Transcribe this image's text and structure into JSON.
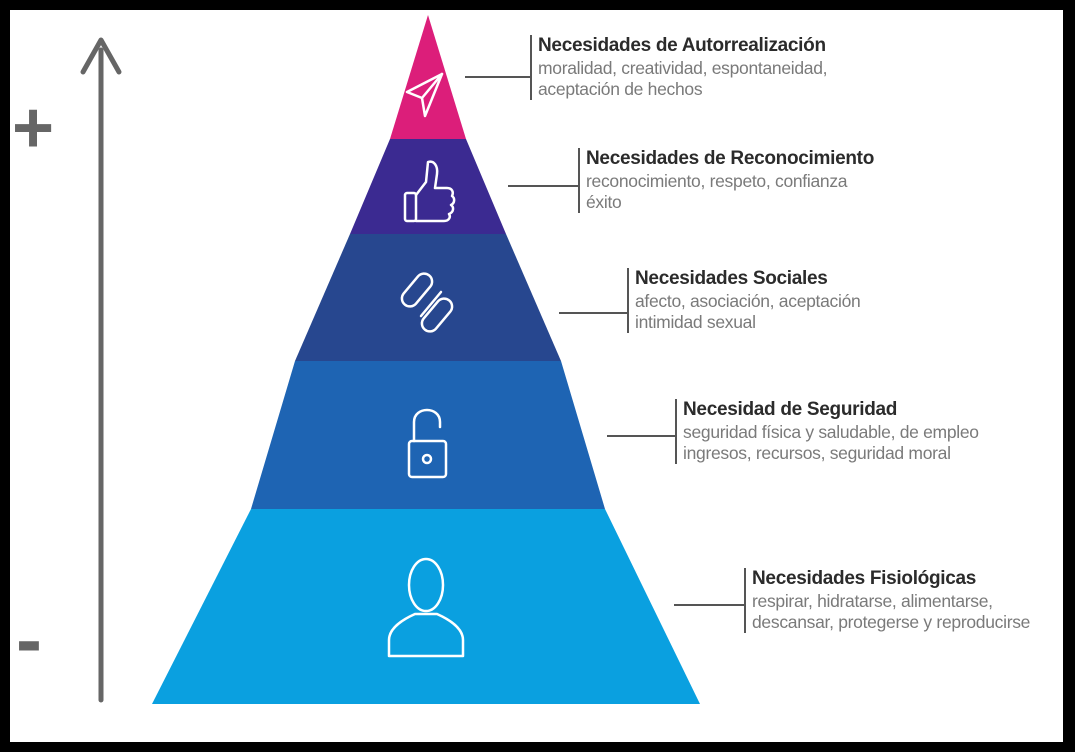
{
  "scale": {
    "top_sign": "+",
    "bottom_sign": "-"
  },
  "colors": {
    "autorrealizacion": "#dc1e7a",
    "reconocimiento": "#3b2a91",
    "sociales": "#27478f",
    "seguridad": "#1e64b3",
    "fisiologicas": "#0aa0e0",
    "arrow": "#666666"
  },
  "levels": [
    {
      "key": "autorrealizacion",
      "icon": "paper-plane-icon",
      "title": "Necesidades de Autorrealización",
      "lines": [
        "moralidad, creatividad, espontaneidad,",
        "aceptación de hechos"
      ]
    },
    {
      "key": "reconocimiento",
      "icon": "thumbs-up-icon",
      "title": "Necesidades de Reconocimiento",
      "lines": [
        "reconocimiento, respeto, confianza",
        "éxito"
      ]
    },
    {
      "key": "sociales",
      "icon": "link-icon",
      "title": "Necesidades Sociales",
      "lines": [
        "afecto, asociación, aceptación",
        "intimidad sexual"
      ]
    },
    {
      "key": "seguridad",
      "icon": "padlock-icon",
      "title": "Necesidad de Seguridad",
      "lines": [
        "seguridad física y saludable, de empleo",
        "ingresos, recursos, seguridad moral"
      ]
    },
    {
      "key": "fisiologicas",
      "icon": "person-icon",
      "title": "Necesidades Fisiológicas",
      "lines": [
        "respirar, hidratarse, alimentarse,",
        "descansar, protegerse y reproducirse"
      ]
    }
  ]
}
